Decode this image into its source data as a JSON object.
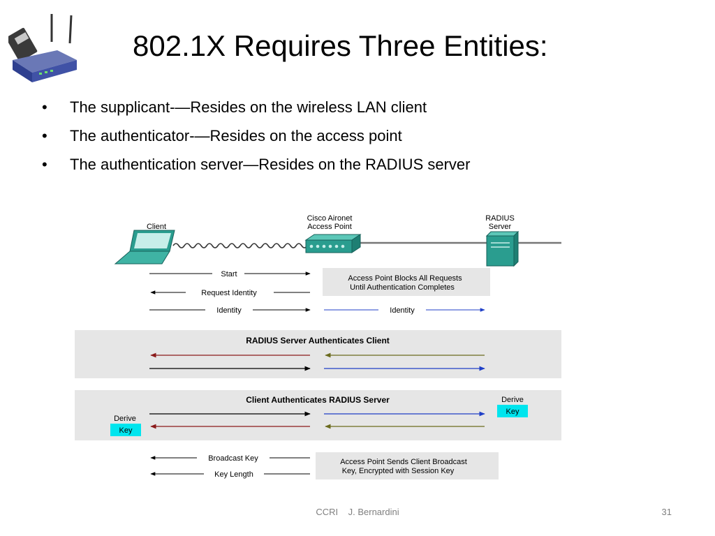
{
  "slide": {
    "title": "802.1X Requires Three Entities:",
    "bullets": [
      "The supplicant-—Resides on the wireless LAN client",
      "The authenticator-—Resides on the access point",
      "The authentication server—Resides on the RADIUS server"
    ],
    "footer_center": "CCRI    J. Bernardini",
    "page_number": "31"
  },
  "icons": {
    "logo": "wireless-router-and-pc-card-icon",
    "client": "laptop-icon",
    "access_point": "access-point-icon",
    "server": "radius-server-icon"
  },
  "diagram": {
    "entities": {
      "client": "Client",
      "ap_line1": "Cisco Aironet",
      "ap_line2": "Access Point",
      "server_line1": "RADIUS",
      "server_line2": "Server"
    },
    "flows": {
      "start": "Start",
      "request_identity": "Request Identity",
      "identity_left": "Identity",
      "identity_right": "Identity",
      "broadcast_key": "Broadcast Key",
      "key_length": "Key Length"
    },
    "notes": {
      "block_line1": "Access Point Blocks All Requests",
      "block_line2": "Until Authentication Completes",
      "broadcast_line1": "Access Point Sends Client Broadcast",
      "broadcast_line2": "Key, Encrypted with Session Key"
    },
    "sections": {
      "server_auth": "RADIUS Server Authenticates Client",
      "client_auth": "Client Authenticates RADIUS Server"
    },
    "derive": {
      "left_label": "Derive",
      "left_key": "Key",
      "right_label": "Derive",
      "right_key": "Key"
    },
    "colors": {
      "red_arrow": "#8b1a1a",
      "olive_arrow": "#6b6b1e",
      "blue_arrow": "#1f3fc7",
      "key_box": "#00e5ee",
      "band": "#e6e6e6",
      "equipment": "#2a9d8f"
    }
  }
}
